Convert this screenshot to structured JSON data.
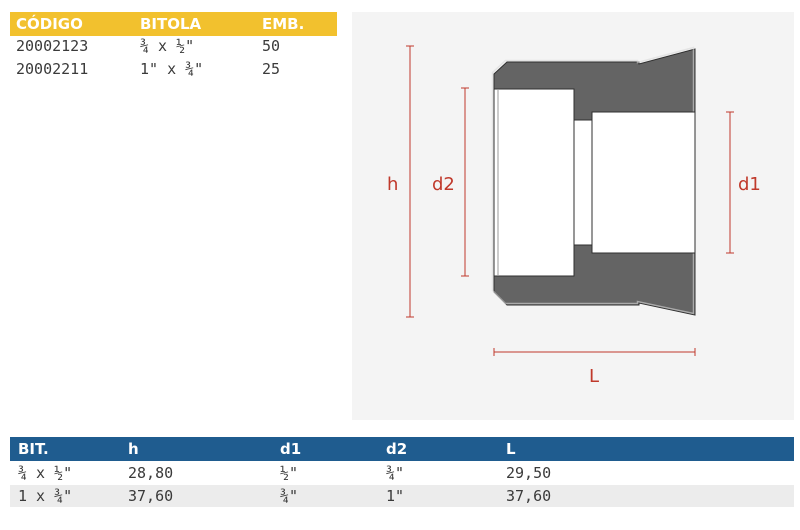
{
  "product_table": {
    "headers": [
      "CÓDIGO",
      "BITOLA",
      "EMB."
    ],
    "rows": [
      [
        "20002123",
        "¾ x ½\"",
        "50"
      ],
      [
        "20002211",
        "1\" x ¾\"",
        "25"
      ]
    ]
  },
  "drawing": {
    "labels": {
      "h": "h",
      "d2": "d2",
      "d1": "d1",
      "L": "L"
    }
  },
  "dimension_table": {
    "headers": [
      "BIT.",
      "h",
      "d1",
      "d2",
      "L"
    ],
    "rows": [
      [
        "¾ x ½\"",
        "28,80",
        "½\"",
        "¾\"",
        "29,50"
      ],
      [
        "1 x ¾\"",
        "37,60",
        "¾\"",
        "1\"",
        "37,60"
      ]
    ]
  },
  "colors": {
    "top_header": "#f2c12e",
    "bottom_header": "#1f5c8f",
    "dimension_lines": "#c0392b",
    "fitting_fill": "#646464"
  }
}
